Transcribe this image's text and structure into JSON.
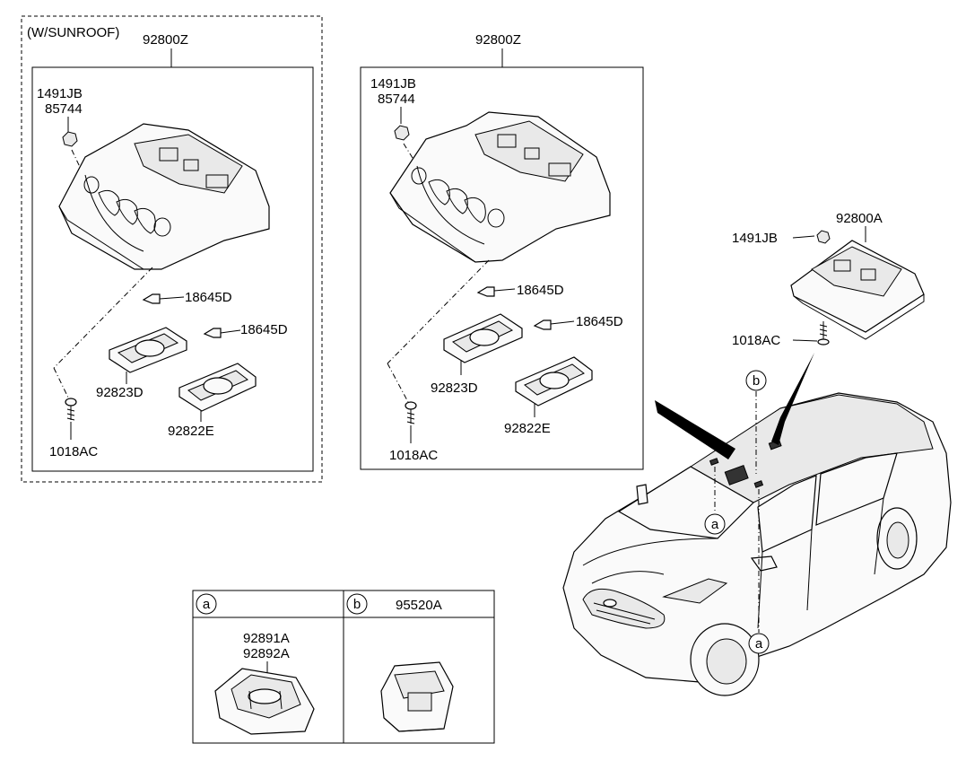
{
  "variant_sunroof": {
    "title": "(W/SUNROOF)",
    "assembly": "92800Z",
    "clip_top": "1491JB",
    "clip_bottom": "85744",
    "bulb_1": "18645D",
    "bulb_2": "18645D",
    "lens_left": "92823D",
    "lens_right": "92822E",
    "screw": "1018AC"
  },
  "variant_standard": {
    "assembly": "92800Z",
    "clip_top": "1491JB",
    "clip_bottom": "85744",
    "bulb_1": "18645D",
    "bulb_2": "18645D",
    "lens_left": "92823D",
    "lens_right": "92822E",
    "screw": "1018AC"
  },
  "rear_lamp": {
    "assembly": "92800A",
    "clip": "1491JB",
    "screw": "1018AC"
  },
  "callouts": {
    "a": "a",
    "b": "b"
  },
  "legend_table": {
    "col_a_marker": "a",
    "col_b_marker": "b",
    "col_b_part": "95520A",
    "col_a_part_1": "92891A",
    "col_a_part_2": "92892A"
  }
}
